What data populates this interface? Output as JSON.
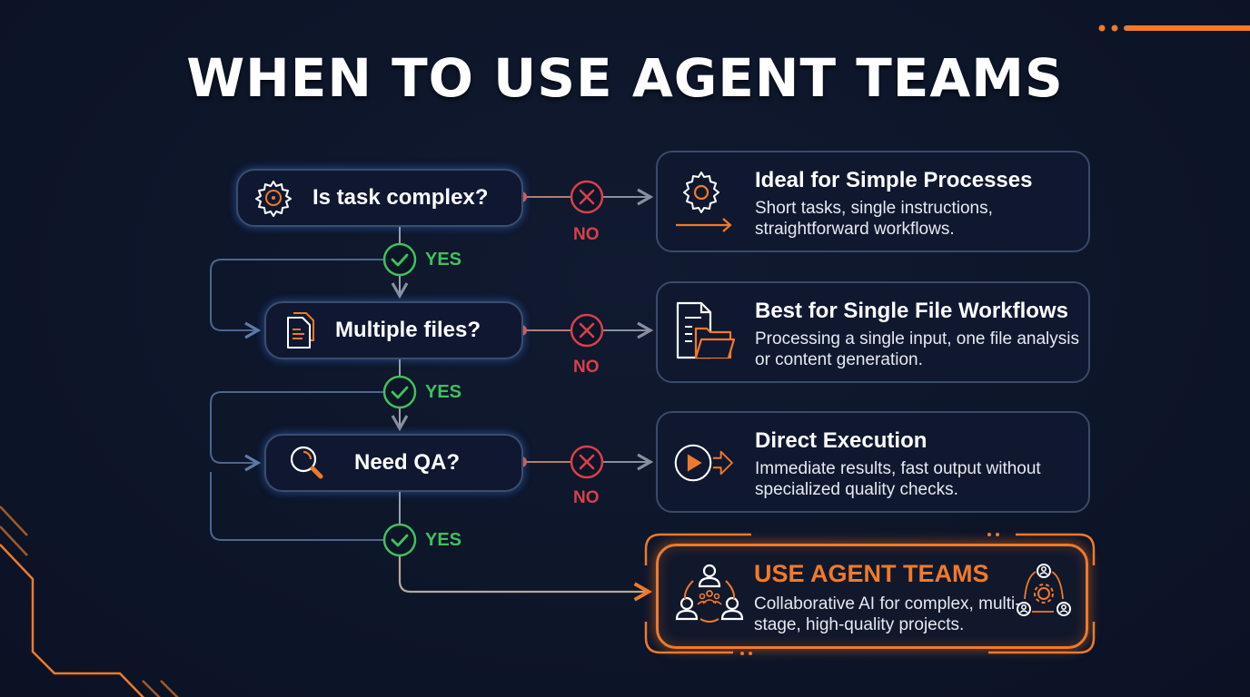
{
  "title": "WHEN TO USE AGENT TEAMS",
  "decisions": [
    {
      "label": "Is task complex?",
      "icon": "gear-icon"
    },
    {
      "label": "Multiple files?",
      "icon": "documents-icon"
    },
    {
      "label": "Need QA?",
      "icon": "magnifier-icon"
    }
  ],
  "branches": {
    "yes_label": "YES",
    "no_label": "NO"
  },
  "outcomes": [
    {
      "title": "Ideal for Simple Processes",
      "description": "Short tasks, single instructions, straightforward workflows.",
      "icon": "gear-arrow-icon"
    },
    {
      "title": "Best for Single File Workflows",
      "description": "Processing a single input, one file analysis or content generation.",
      "icon": "file-folder-icon"
    },
    {
      "title": "Direct Execution",
      "description": "Immediate results, fast output without specialized quality checks.",
      "icon": "play-arrow-icon"
    }
  ],
  "final": {
    "title": "USE AGENT TEAMS",
    "description": "Collaborative AI for complex, multi-stage, high-quality projects.",
    "left_icon": "team-icon",
    "right_icon": "collaboration-cycle-icon"
  },
  "colors": {
    "background": "#0d1529",
    "accent": "#f07a2a",
    "yes": "#3fc25a",
    "no": "#d9404a",
    "box_border": "#3b4d6e"
  }
}
